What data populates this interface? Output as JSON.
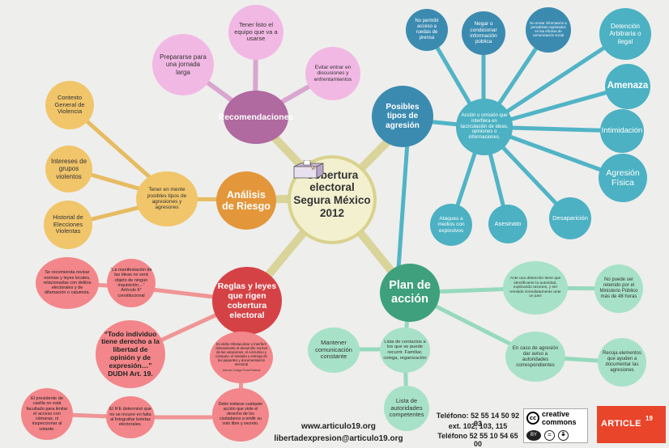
{
  "colors": {
    "center": "#f2f0cf",
    "center_ring": "#d9d28d",
    "center_link": "#d9d49a",
    "purple": "#b06aa0",
    "purple_light": "#f2b8e4",
    "purple_line": "#d9a6d0",
    "orange": "#e3963a",
    "yellow": "#f1c56a",
    "yellow_line": "#e6bc62",
    "blue": "#3b8bb1",
    "teal": "#4bb1c3",
    "teal_line": "#51b4c6",
    "green": "#3ea07d",
    "mint": "#a7e2c8",
    "mint_line": "#97d9bd",
    "red": "#d54246",
    "pink": "#f3868a",
    "pink_line": "#ef9595",
    "background": "#eeeeec"
  },
  "center": {
    "title": "Cobertura electoral Segura México 2012",
    "illustration": "ballot-box-icon"
  },
  "recomendaciones": {
    "label": "Recomendaciones",
    "children": [
      "Prepararse para una jornada larga",
      "Tener listo el equipo que va a usarse",
      "Evitar entrar en discusiones y enfrentamientos"
    ]
  },
  "analisis": {
    "label": "Análisis de Riesgo",
    "hub": "Tener en mente posibles tipos de agresiones y agresores",
    "children": [
      "Contexto General de Violencia",
      "Intereses de grupos violentos",
      "Historial de Elecciones Violentas"
    ]
  },
  "tipos": {
    "label": "Posibles tipos de agresión",
    "hub": "Acción u omisión que interfiera en lacirculación de ideas, opiniones o informaciones.",
    "children": [
      "No permitir acceso a ruedas de prensa",
      "Negar o condicionar información pública",
      "No enviar información a periodistas registrados en las oficinas de comunicación social",
      "Detención Arbitraria o ilegal",
      "Amenaza",
      "Intimidación",
      "Agresión Física",
      "Desaparición",
      "Asesinato",
      "Ataques a medios con explosivos"
    ]
  },
  "plan": {
    "label": "Plan de acción",
    "children": [
      "Ante una detención tiene que identificarse la autoridad, explicando razones, y ser remitido inmediatamente ante un juez",
      "No puede ser retenido por el Ministerio Público más de 48 horas",
      "Mantener comunicación constante",
      "Lista de contactos a los que se puede recurrir. Familiar, colega, organización",
      "Lista de autoridades competentes",
      "En caso de agresión dar aviso a autoridades correspondientes",
      "Recoja elementos que ayuden a documentar las agresiones"
    ]
  },
  "reglas": {
    "label": "Reglas y leyes que rigen cobertura electoral",
    "children": [
      "Se recomienda revisar normas y leyes locales, relacionadas con delitos electorales y de difamación o calumnia.",
      "“La manifestación de las ideas no será objeto de ningún inquisición…” Artículo 6° constitucional",
      "“Todo individuo tiene derecho a la libertad de opinión y de expresión…” DUDH Art. 19.",
      "Es delito Obstaculizar o interferir dolosamente el desarrollo normal de las votaciones, el escrutinio y cómputo, el traslado y entrega de los paquetes y documentación electoral",
      "Artículo Código Penal Federal",
      "El presidente de casilla no está facultado para limitar el acceso con cámaras, ni inspeccionar al votante.",
      "El IFE determinó que no se incurre en falta al fotografiar boletas electorales.",
      "Debe evitarse cualquier acción que viole el derecho de los ciudadanos a emitir su voto libre y secreto."
    ]
  },
  "footer": {
    "website": "www.articulo19.org",
    "email": "libertadexpresion@articulo19.org",
    "phone1": "Teléfono: 52 55 14 50 92 93",
    "ext": "ext. 102, 103, 115",
    "phone2": "Teléfono 52 55 10 54 65 00",
    "cc_top": "creative",
    "cc_bottom": "commons",
    "cc_glyph": "cc",
    "cc_by": "BY",
    "cc_nd": "=",
    "cc_nc": "$",
    "article_word": "ARTICLE",
    "article_num": "19"
  }
}
